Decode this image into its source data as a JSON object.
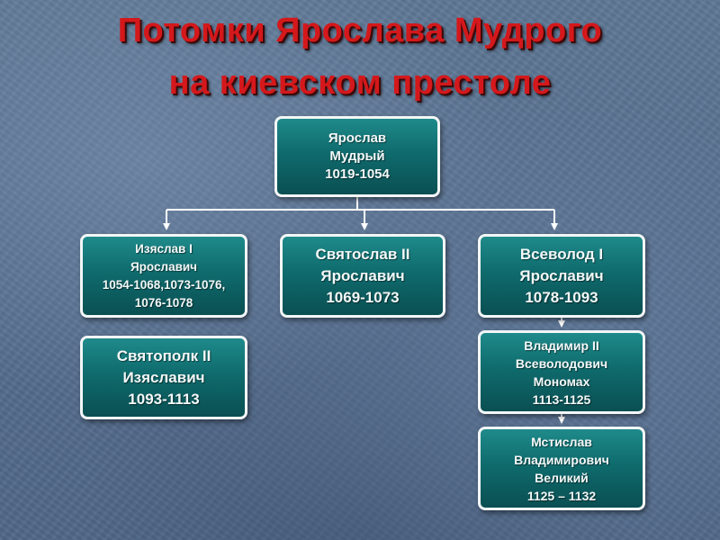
{
  "title": {
    "line1": "Потомки Ярослава Мудрого",
    "line2": "на киевском престоле"
  },
  "nodes": {
    "yaroslav": {
      "lines": [
        "Ярослав",
        "Мудрый",
        "1019-1054"
      ]
    },
    "izyaslav": {
      "lines": [
        "Изяслав I",
        "Ярославич",
        "1054-1068,1073-1076,",
        "1076-1078"
      ]
    },
    "svyatoslav": {
      "lines": [
        "Святослав II",
        "Ярославич",
        "1069-1073"
      ]
    },
    "vsevolod": {
      "lines": [
        "Всеволод I",
        "Ярославич",
        "1078-1093"
      ]
    },
    "svyatopolk": {
      "lines": [
        "Святополк II",
        "Изяславич",
        "1093-1113"
      ]
    },
    "vladimir": {
      "lines": [
        "Владимир II",
        "Всеволодович",
        "Мономах",
        "1113-1125"
      ]
    },
    "mstislav": {
      "lines": [
        "Мстислав",
        "Владимирович",
        "Великий",
        "1125 – 1132"
      ]
    }
  },
  "colors": {
    "title": "#d4181b",
    "node_fill": "#0f6b6d",
    "node_border": "#f2f6f6",
    "connector": "#ffffff",
    "background": "#57708f"
  }
}
